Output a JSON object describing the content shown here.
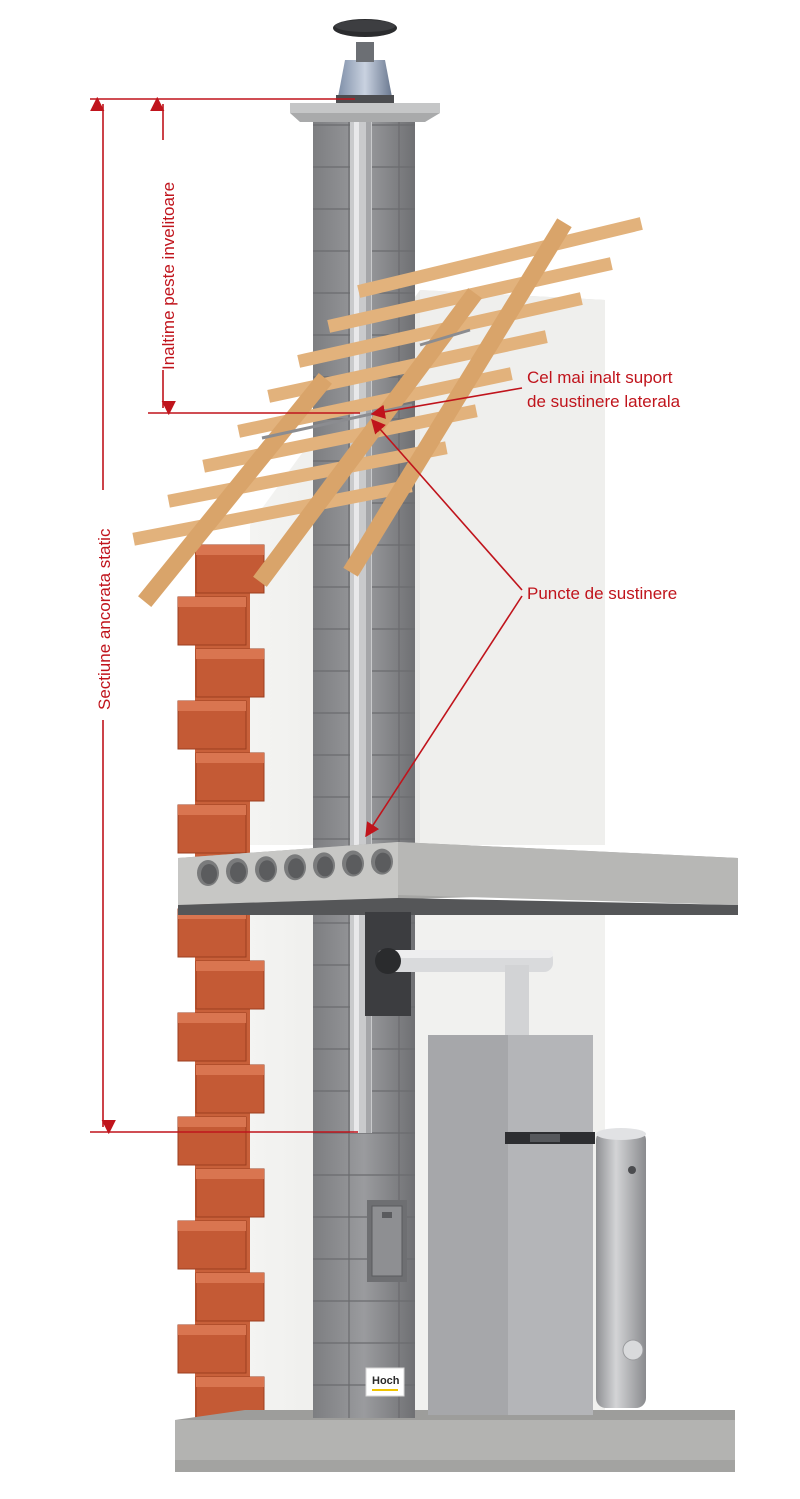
{
  "labels": {
    "height_above_roof": "Inaltime peste invelitoare",
    "static_anchored_section": "Sectiune ancorata static",
    "highest_lateral_support_line1": "Cel mai inalt suport",
    "highest_lateral_support_line2": "de sustinere laterala",
    "support_points": "Puncte de sustinere"
  },
  "logo": {
    "brand": "Hoch"
  },
  "colors": {
    "annotation": "#c0141c",
    "brick": "#c8603a",
    "timber": "#e2b27c",
    "concrete": "#b8b8b6",
    "chimney_block": "#8e8f92",
    "wall": "#ececea"
  }
}
